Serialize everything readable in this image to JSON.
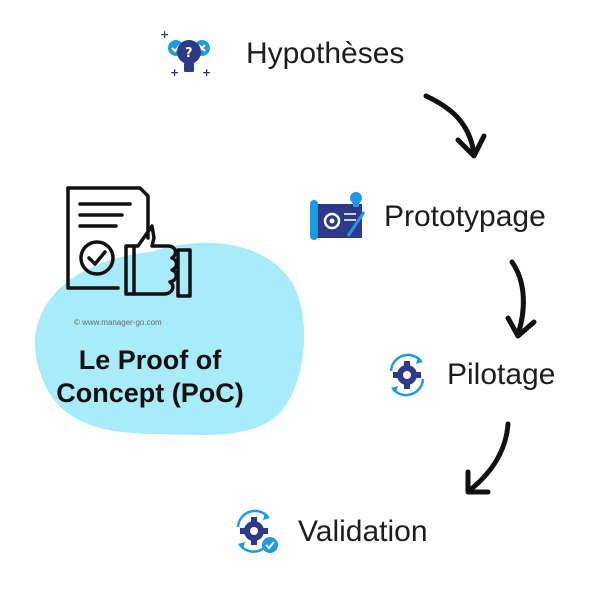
{
  "poc": {
    "title_line1": "Le Proof of",
    "title_line2": "Concept (PoC)",
    "copyright": "© www.manager-go.com"
  },
  "steps": [
    {
      "label": "Hypothèses",
      "icon": "lightbulb-question-icon"
    },
    {
      "label": "Prototypage",
      "icon": "blueprint-design-icon"
    },
    {
      "label": "Pilotage",
      "icon": "gear-cycle-icon"
    },
    {
      "label": "Validation",
      "icon": "gear-check-icon"
    }
  ],
  "colors": {
    "blob": "#a8ebfb",
    "icon_navy": "#2e3a87",
    "icon_blue": "#1f9ae0",
    "arrow": "#111111"
  }
}
